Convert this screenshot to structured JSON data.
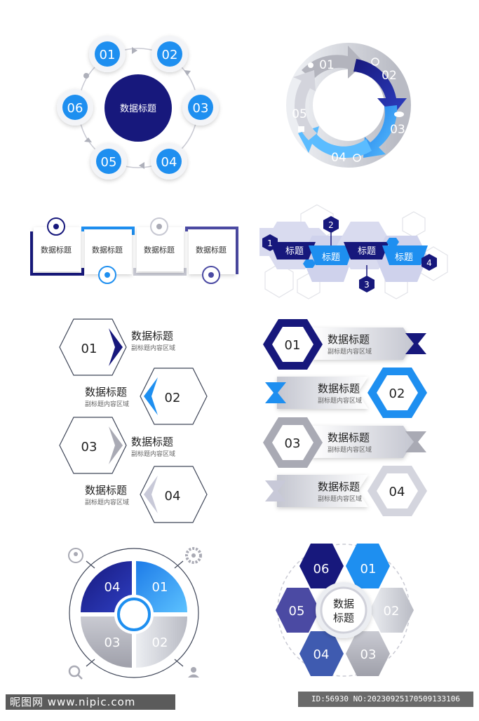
{
  "colors": {
    "navy": "#17187c",
    "royal": "#2a3ec0",
    "blue": "#1f8ef0",
    "sky": "#4fb3ff",
    "gray": "#a9aab4",
    "lightgray": "#d7d8e0",
    "purple": "#4b4aa3",
    "steel": "#3f5bb0"
  },
  "cycle_circles": {
    "center": "数据标题",
    "nodes": [
      "01",
      "02",
      "03",
      "04",
      "05",
      "06"
    ]
  },
  "cycle_arrows": {
    "segments": [
      "01",
      "02",
      "03",
      "04",
      "05"
    ]
  },
  "square_steps": {
    "labels": [
      "数据标题",
      "数据标题",
      "数据标题",
      "数据标题"
    ]
  },
  "hex_chain": {
    "labels": [
      "标题",
      "标题",
      "标题",
      "标题"
    ],
    "markers": [
      "1",
      "2",
      "3",
      "4"
    ]
  },
  "hex_list_left": {
    "items": [
      {
        "num": "01",
        "title": "数据标题",
        "subtitle": "副标题内容区域"
      },
      {
        "num": "02",
        "title": "数据标题",
        "subtitle": "副标题内容区域"
      },
      {
        "num": "03",
        "title": "数据标题",
        "subtitle": "副标题内容区域"
      },
      {
        "num": "04",
        "title": "数据标题",
        "subtitle": "副标题内容区域"
      }
    ]
  },
  "hex_list_right": {
    "items": [
      {
        "num": "01",
        "title": "数据标题",
        "subtitle": "副标题内容区域"
      },
      {
        "num": "02",
        "title": "数据标题",
        "subtitle": "副标题内容区域"
      },
      {
        "num": "03",
        "title": "数据标题",
        "subtitle": "副标题内容区域"
      },
      {
        "num": "04",
        "title": "数据标题",
        "subtitle": "副标题内容区域"
      }
    ]
  },
  "quad_circle": {
    "segments": [
      "04",
      "01",
      "03",
      "02"
    ],
    "icons": [
      "location-icon",
      "gear-icon",
      "search-icon",
      "user-icon"
    ]
  },
  "hex_flower": {
    "center_line1": "数据",
    "center_line2": "标题",
    "petals": [
      "06",
      "01",
      "05",
      "02",
      "04",
      "03"
    ]
  },
  "watermark": {
    "site": "昵图网 www.nipic.com",
    "id_text": "ID:56930 NO:20230925170509133106"
  }
}
